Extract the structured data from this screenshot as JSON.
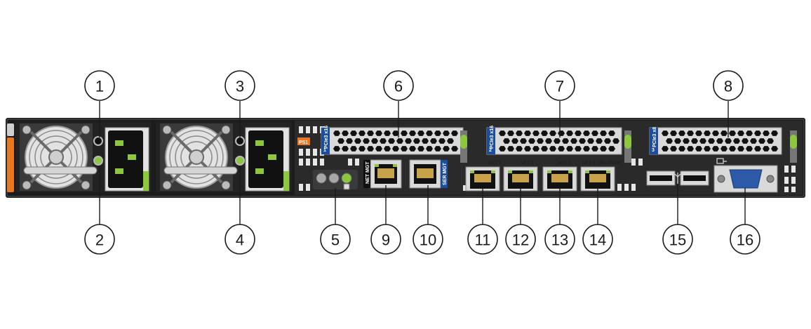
{
  "callouts": [
    "1",
    "2",
    "3",
    "4",
    "5",
    "6",
    "7",
    "8",
    "9",
    "10",
    "11",
    "12",
    "13",
    "14",
    "15",
    "16"
  ],
  "labels": {
    "ps1": "PS1",
    "slot1": "PCIe3 x16",
    "slot1_num": "1",
    "slot2": "PCIe3 x16",
    "slot2_num": "2",
    "slot3": "PCIe3 x8",
    "slot3_num": "3",
    "net_mgt": "NET MGT",
    "ser_mgt": "SER MGT",
    "net3": "NET 3",
    "net2": "NET 2",
    "net1": "NET 1",
    "net0": "NET 0",
    "speed": "100-10GbE"
  },
  "colors": {
    "chassis": "#1c1c1c",
    "metal": "#d9d9d9",
    "accent_green": "#8dc63f",
    "ps_orange": "#e87722",
    "slot_blue": "#1d4e9e",
    "vga_blue": "#2c5aa8"
  }
}
